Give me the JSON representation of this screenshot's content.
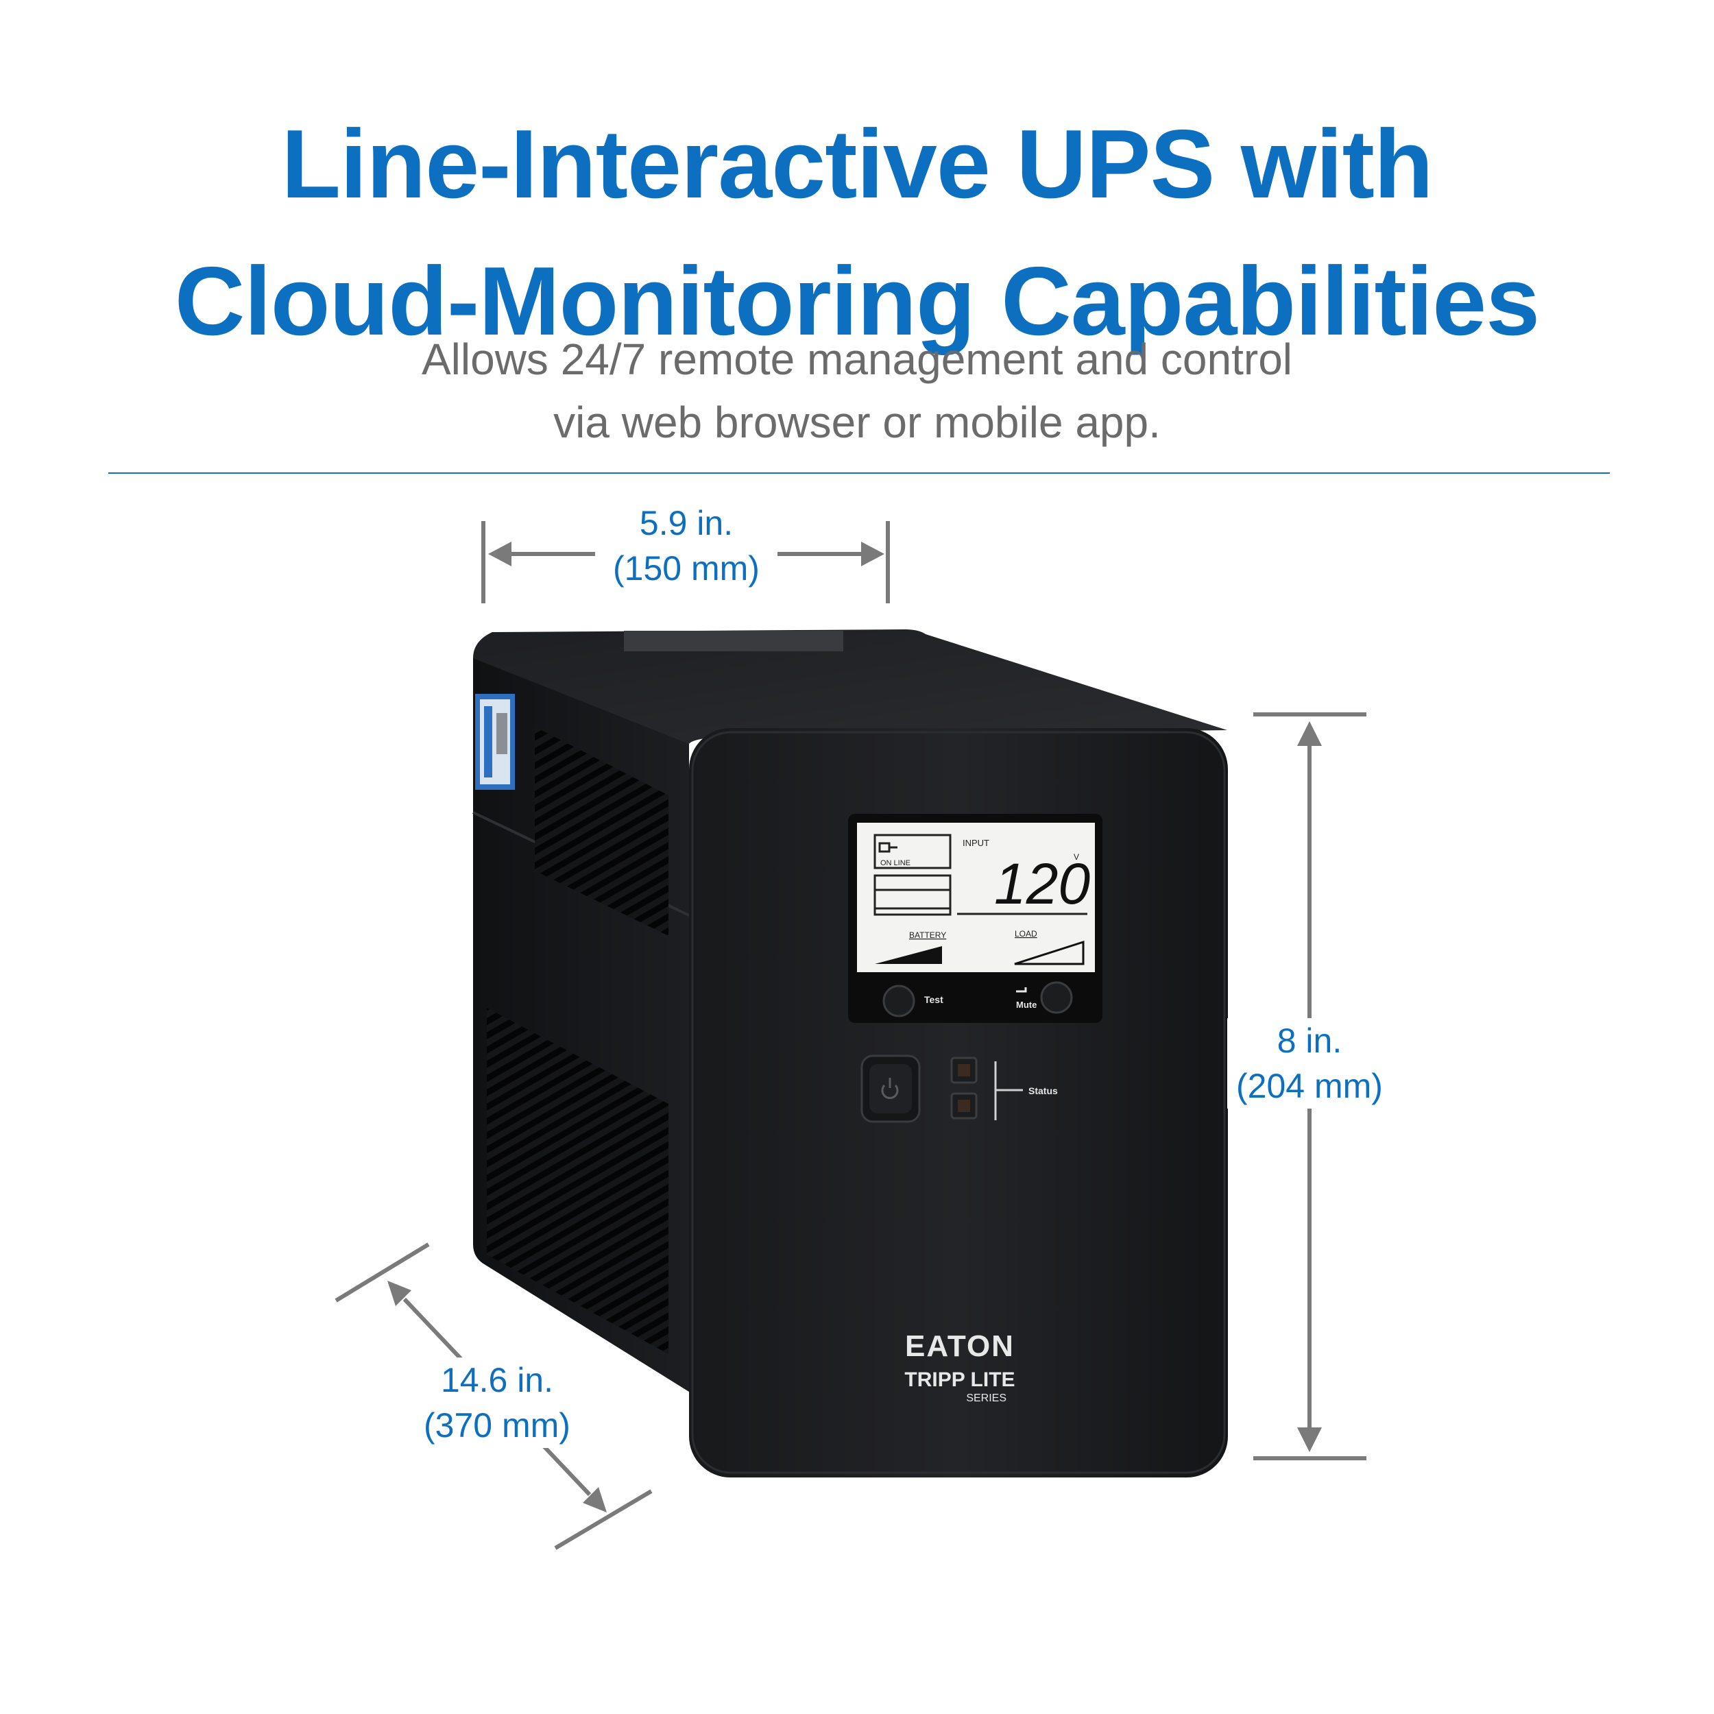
{
  "headline": {
    "line1": "Line-Interactive UPS with",
    "line2": "Cloud-Monitoring Capabilities"
  },
  "subheadline": {
    "line1": "Allows 24/7 remote management and control",
    "line2": "via web browser or mobile app."
  },
  "dimensions": {
    "width": {
      "imperial": "5.9 in.",
      "metric": "(150 mm)"
    },
    "height": {
      "imperial": "8 in.",
      "metric": "(204 mm)"
    },
    "depth": {
      "imperial": "14.6 in.",
      "metric": "(370 mm)"
    }
  },
  "product": {
    "lcd": {
      "input_label": "INPUT",
      "input_value": "120",
      "input_unit": "V",
      "status_text": "ON LINE",
      "battery_label": "BATTERY",
      "load_label": "LOAD"
    },
    "buttons": {
      "test_label": "Test",
      "mute_label": "Mute"
    },
    "status_label": "Status",
    "brand": "EATON",
    "series_name": "TRIPP LITE",
    "series_suffix": "SERIES"
  },
  "colors": {
    "accent": "#0d6fc0",
    "subtext": "#6b6b6b",
    "dimension_line": "#7a7a7a",
    "ups_body": "#1b1c1e"
  }
}
